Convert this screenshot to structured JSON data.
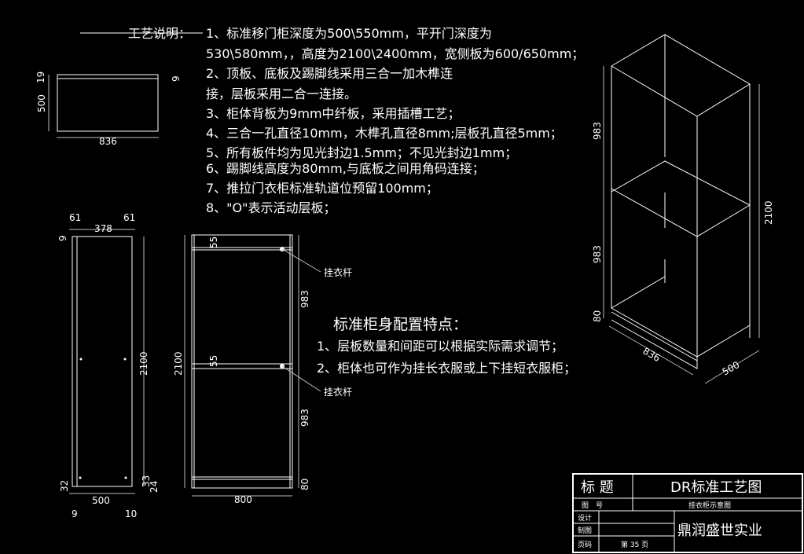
{
  "notes": {
    "heading": "工艺说明：",
    "lines": [
      "1、标准移门柜深度为500\\550mm，平开门深度为",
      "530\\580mm，，高度为2100\\2400mm，宽侧板为600/650mm；",
      "2、顶板、底板及踢脚线采用三合一加木榫连",
      "接，层板采用二合一连接。",
      "3、柜体背板为9mm中纤板，采用插槽工艺；",
      "4、三合一孔直径10mm，木榫孔直径8mm;层板孔直径5mm；",
      "5、所有板件均为见光封边1.5mm；不见光封边1mm；",
      "6、踢脚线高度为80mm,与底板之间用角码连接；",
      "7、推拉门衣柜标准轨道位预留100mm；",
      "8、\"O\"表示活动层板；"
    ]
  },
  "features": {
    "title": "标准柜身配置特点：",
    "items": [
      "1、层板数量和间距可以根据实际需求调节；",
      "2、柜体也可作为挂长衣服或上下挂短衣服柜；"
    ]
  },
  "labels": {
    "rod1": "挂衣杆",
    "rod2": "挂衣杆"
  },
  "dims": {
    "top_plan": {
      "depth_top": "19",
      "depth": "500",
      "right": "9",
      "width": "836"
    },
    "side": {
      "left": "61",
      "mid": "378",
      "right": "61",
      "top": "9",
      "height": "2100",
      "b1": "32",
      "b2": "33",
      "b3": "24",
      "width": "500",
      "bl": "9",
      "br": "10"
    },
    "front": {
      "height": "2100",
      "s1": "55",
      "c1": "983",
      "s2": "55",
      "c2": "983",
      "base": "80",
      "width": "800"
    },
    "iso": {
      "c1": "983",
      "c2": "983",
      "base": "80",
      "height": "2100",
      "width": "836",
      "depth": "500"
    }
  },
  "title_block": {
    "title_label": "标 题",
    "title_value": "DR标准工艺图",
    "row_label": "图　号",
    "row_value": "挂衣柜示意图",
    "design_label": "设计",
    "draw_label": "制图",
    "page_label": "页码",
    "page_value": "第 35 页",
    "company": "鼎润盛世实业"
  }
}
